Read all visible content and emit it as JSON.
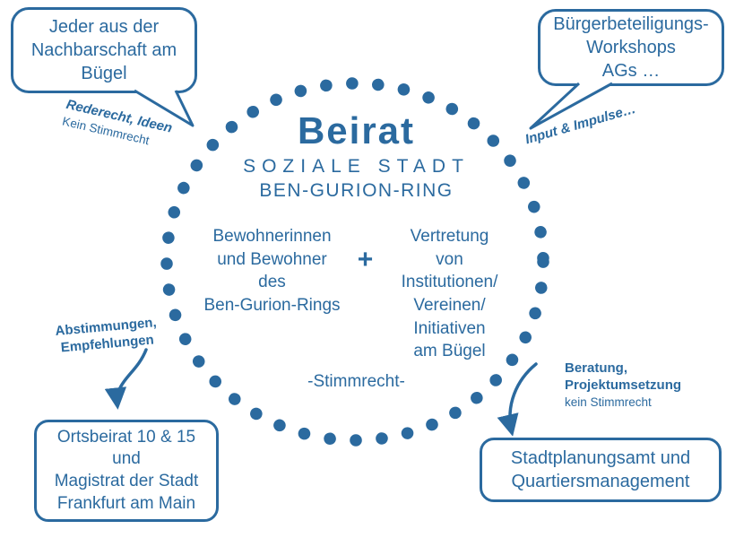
{
  "colors": {
    "accent": "#2b6a9f"
  },
  "center": {
    "title": "Beirat",
    "subtitle_line1": "SOZIALE STADT",
    "subtitle_line2": "BEN-GURION-RING",
    "left_group": "Bewohnerinnen\nund Bewohner\ndes\nBen-Gurion-Rings",
    "plus_sign": "+",
    "right_group": "Vertretung\nvon\nInstitutionen/\nVereinen/\nInitiativen\nam Bügel",
    "voting_note": "-Stimmrecht-"
  },
  "speech_bubbles": {
    "top_left": "Jeder aus der\nNachbarschaft am\nBügel",
    "top_right": "Bürgerbeteiligungs-\nWorkshops\nAGs …"
  },
  "boxes": {
    "bottom_left": "Ortsbeirat 10 & 15\nund\nMagistrat der Stadt\nFrankfurt am Main",
    "bottom_right": "Stadtplanungsamt und\nQuartiersmanagement"
  },
  "annotations": {
    "top_left": {
      "bold": "Rederecht, Ideen",
      "regular": "Kein Stimmrecht"
    },
    "top_right": {
      "bold": "Input & Impulse…"
    },
    "bottom_left": {
      "bold": "Abstimmungen,\nEmpfehlungen"
    },
    "bottom_right": {
      "bold": "Beratung,\nProjektumsetzung",
      "regular": "kein Stimmrecht"
    }
  }
}
